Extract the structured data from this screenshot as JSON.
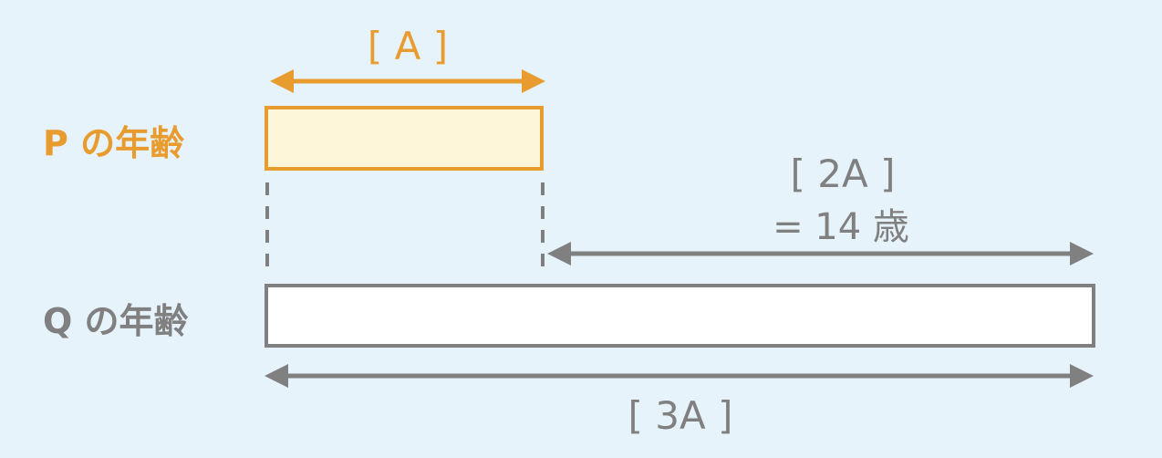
{
  "colors": {
    "background": "#e6f3fb",
    "accent_orange": "#e89c30",
    "bar_p_fill": "#fdf6d8",
    "gray": "#808080",
    "bar_q_fill": "#ffffff"
  },
  "labels": {
    "p_age": "P の年齢",
    "q_age": "Q の年齢",
    "span_a": "[ A ]",
    "span_2a": "[ 2A ]",
    "span_2a_value": "= 14 歳",
    "span_3a": "[ 3A ]"
  }
}
